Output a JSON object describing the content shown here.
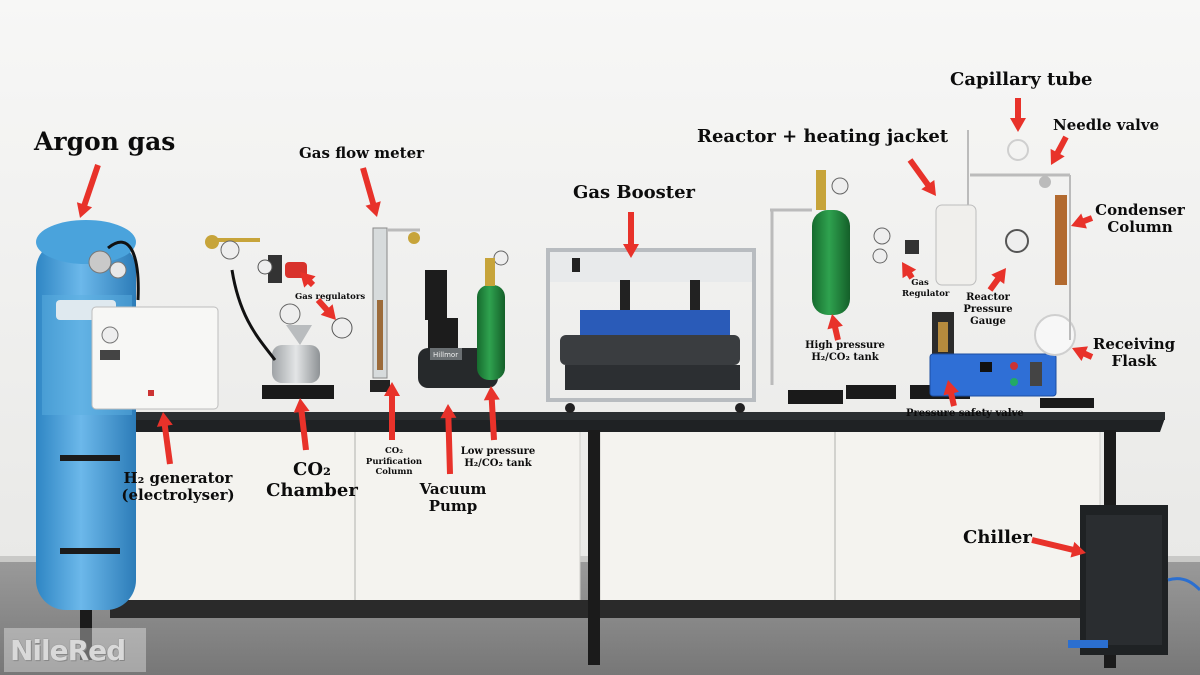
{
  "labels": {
    "argon_gas": "Argon gas",
    "gas_flow_meter": "Gas flow meter",
    "gas_regulators": "Gas regulators",
    "gas_booster": "Gas Booster",
    "reactor_heating_jacket": "Reactor + heating jacket",
    "capillary_tube": "Capillary tube",
    "needle_valve": "Needle valve",
    "condenser_column_1": "Condenser",
    "condenser_column_2": "Column",
    "gas_regulator_1": "Gas",
    "gas_regulator_2": "Regulator",
    "reactor_pressure_gauge_1": "Reactor",
    "reactor_pressure_gauge_2": "Pressure",
    "reactor_pressure_gauge_3": "Gauge",
    "receiving_flask_1": "Receiving",
    "receiving_flask_2": "Flask",
    "high_pressure_tank_1": "High pressure",
    "high_pressure_tank_2": "H₂/CO₂ tank",
    "pressure_safety_valve": "Pressure safety valve",
    "h2_generator_1": "H₂ generator",
    "h2_generator_2": "(electrolyser)",
    "co2_chamber_1": "CO₂",
    "co2_chamber_2": "Chamber",
    "co2_purification_1": "CO₂",
    "co2_purification_2": "Purification",
    "co2_purification_3": "Column",
    "vacuum_pump_1": "Vacuum",
    "vacuum_pump_2": "Pump",
    "low_pressure_tank_1": "Low pressure",
    "low_pressure_tank_2": "H₂/CO₂ tank",
    "chiller": "Chiller"
  },
  "equipment_text": {
    "pump_brand": "Hillmor"
  },
  "watermark": "NileRed",
  "colors": {
    "arrow": "#e8322a",
    "wall": "#f2f2f0",
    "bench_top": "#1f2224",
    "cabinet": "#f4f3ef",
    "floor": "#8f8f8f",
    "argon_cylinder": "#4aa3dc",
    "green_cylinder": "#1f8a3d",
    "blue_box": "#2f6fd6",
    "red_regulator": "#d8322c"
  }
}
